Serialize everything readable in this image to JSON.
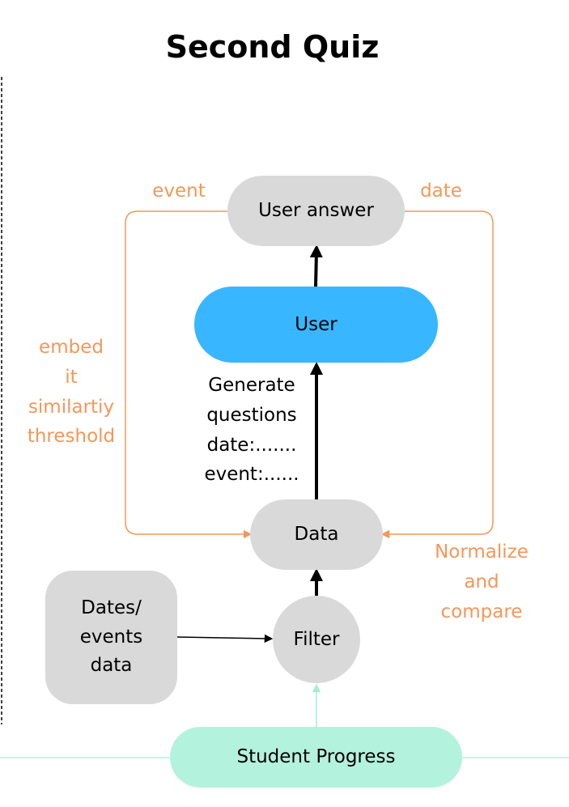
{
  "title": "Second Quiz",
  "nodes": {
    "user_answer": "User answer",
    "user": "User",
    "data": "Data",
    "filter": "Filter",
    "dates_events": [
      "Dates/",
      "events",
      "data"
    ],
    "student_progress": "Student Progress"
  },
  "edge_labels": {
    "event": "event",
    "date": "date",
    "embed": [
      "embed",
      "it",
      "similartiy",
      "threshold"
    ],
    "normalize": [
      "Normalize",
      "and",
      "compare"
    ],
    "generate": [
      "Generate",
      "questions",
      "date:.......",
      "event:......"
    ]
  },
  "colors": {
    "orange": "#f4975a",
    "gray": "#d9d9d9",
    "blue": "#38b6ff",
    "mint": "#b3f2dd"
  }
}
